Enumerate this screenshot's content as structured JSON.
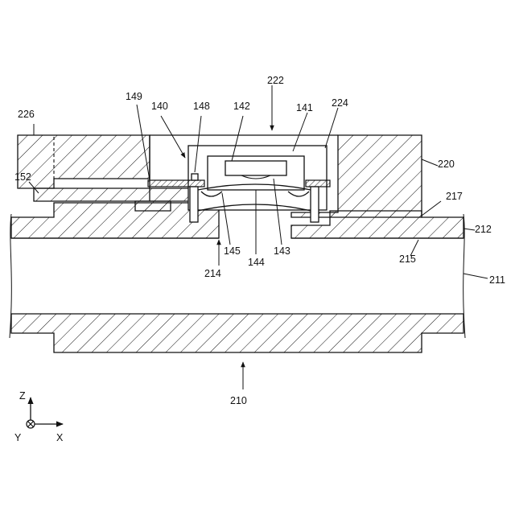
{
  "labels": {
    "l210": "210",
    "l211": "211",
    "l212": "212",
    "l214": "214",
    "l215": "215",
    "l217": "217",
    "l220": "220",
    "l222": "222",
    "l224": "224",
    "l226": "226",
    "l140": "140",
    "l141": "141",
    "l142": "142",
    "l143": "143",
    "l144": "144",
    "l145": "145",
    "l148": "148",
    "l149": "149",
    "l152": "152"
  },
  "axes": {
    "z": "Z",
    "y": "Y",
    "x": "X"
  }
}
